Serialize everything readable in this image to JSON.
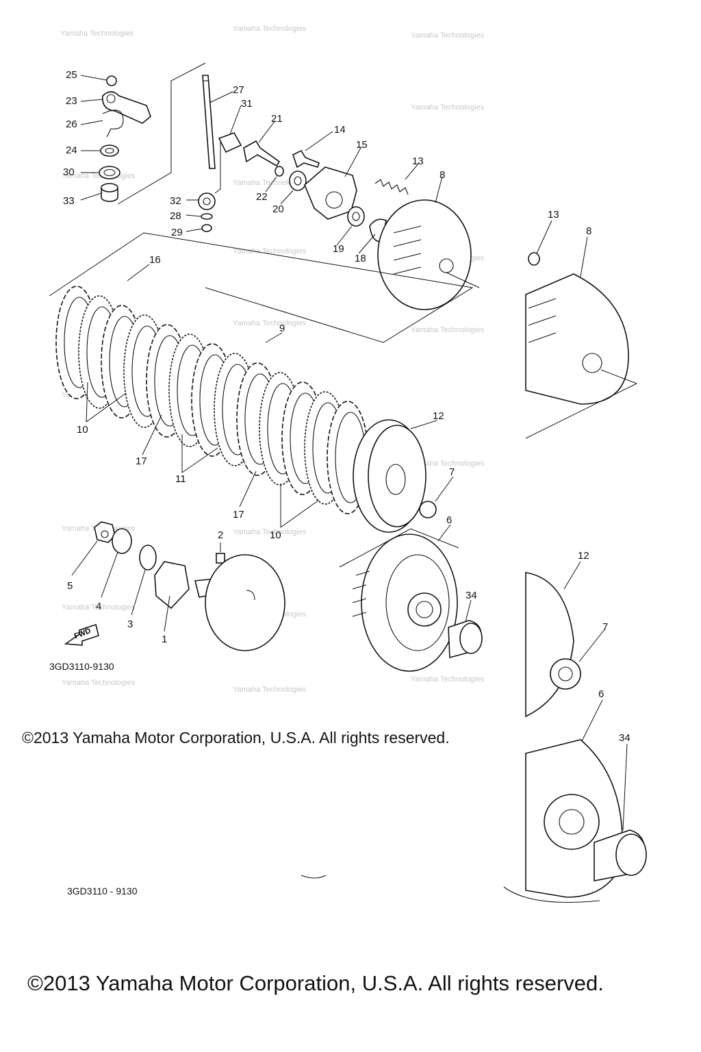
{
  "parts": {
    "p1": "1",
    "p2": "2",
    "p3": "3",
    "p4": "4",
    "p5": "5",
    "p6": "6",
    "p7": "7",
    "p8": "8",
    "p9": "9",
    "p10": "10",
    "p11": "11",
    "p12": "12",
    "p13": "13",
    "p14": "14",
    "p15": "15",
    "p16": "16",
    "p17": "17",
    "p18": "18",
    "p19": "19",
    "p20": "20",
    "p21": "21",
    "p22": "22",
    "p23": "23",
    "p24": "24",
    "p25": "25",
    "p26": "26",
    "p27": "27",
    "p28": "28",
    "p29": "29",
    "p30": "30",
    "p31": "31",
    "p32": "32",
    "p33": "33",
    "p34": "34"
  },
  "fwd_label": "FWD",
  "diagram_code": "3GD3110-9130",
  "diagram_code_lower": "3GD3110 - 9130",
  "copyright": "©2013 Yamaha Motor Corporation, U.S.A. All rights reserved.",
  "watermark": "Yamaha Technologies",
  "colors": {
    "ink": "#111111",
    "paper": "#ffffff",
    "watermark": "#c8c8c8"
  }
}
